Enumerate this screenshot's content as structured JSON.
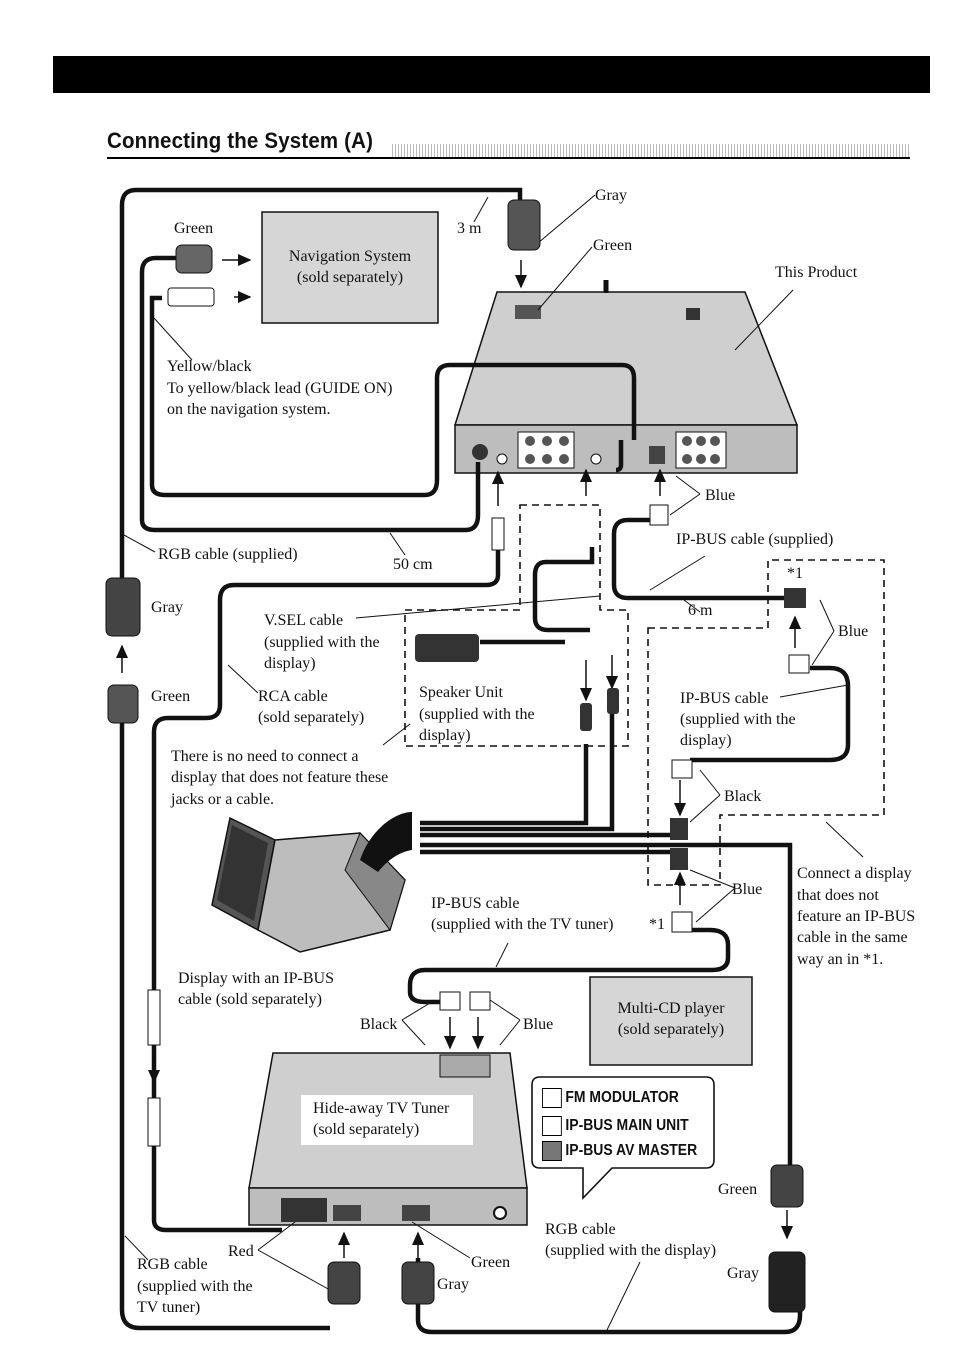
{
  "page_title": "Connecting the System (A)",
  "labels": {
    "gray_top": "Gray",
    "green_top": "Green",
    "green_left": "Green",
    "three_m": "3 m",
    "this_product": "This Product",
    "yellow_black": "Yellow/black",
    "yellow_black_note": "To yellow/black lead (GUIDE ON)",
    "yellow_black_note2": "on the navigation system.",
    "blue_1": "Blue",
    "ip_bus_supplied": "IP-BUS cable (supplied)",
    "star1_top": "*1",
    "rgb_supplied": "RGB cable (supplied)",
    "fifty_cm": "50 cm",
    "six_m": "6 m",
    "gray_left": "Gray",
    "blue_2": "Blue",
    "vsel_1": "V.SEL cable",
    "vsel_2": "(supplied with the",
    "vsel_3": "display)",
    "green_mid": "Green",
    "rca_1": "RCA cable",
    "rca_2": "(sold separately)",
    "speaker_1": "Speaker Unit",
    "speaker_2": "(supplied with the",
    "speaker_3": "display)",
    "ipbus_disp_1": "IP-BUS cable",
    "ipbus_disp_2": "(supplied with the",
    "ipbus_disp_3": "display)",
    "no_need_1": "There is no need to connect a",
    "no_need_2": "display that does not feature these",
    "no_need_3": "jacks or a cable.",
    "black_1": "Black",
    "connect_1": "Connect a display",
    "connect_2": "that does not",
    "connect_3": "feature an IP-BUS",
    "connect_4": "cable in the same",
    "connect_5": "way an in *1.",
    "blue_3": "Blue",
    "ipbus_tv_1": "IP-BUS cable",
    "ipbus_tv_2": "(supplied with the TV tuner)",
    "star1_bottom": "*1",
    "display_1": "Display with an IP-BUS",
    "display_2": "cable (sold separately)",
    "black_2": "Black",
    "blue_4": "Blue",
    "green_bottom": "Green",
    "red": "Red",
    "rgb_tv_1": "RGB cable",
    "rgb_tv_2": "(supplied with the",
    "rgb_tv_3": "TV tuner)",
    "green_bottom2": "Green",
    "gray_bottom": "Gray",
    "rgb_disp_1": "RGB cable",
    "rgb_disp_2": "(supplied with the display)",
    "gray_right": "Gray"
  },
  "boxes": {
    "navigation_1": "Navigation System",
    "navigation_2": "(sold separately)",
    "multicd_1": "Multi-CD player",
    "multicd_2": "(sold separately)",
    "tuner_1": "Hide-away TV Tuner",
    "tuner_2": "(sold separately)"
  },
  "legend": [
    {
      "label": "FM MODULATOR",
      "fill": "#ffffff"
    },
    {
      "label": "IP-BUS MAIN UNIT",
      "fill": "#ffffff"
    },
    {
      "label": "IP-BUS AV MASTER",
      "fill": "#777777"
    }
  ],
  "colors": {
    "cable": "#111111",
    "box_fill": "#d6d6d6",
    "unit_fill": "#cfcfcf",
    "connector_fill": "#444444"
  }
}
